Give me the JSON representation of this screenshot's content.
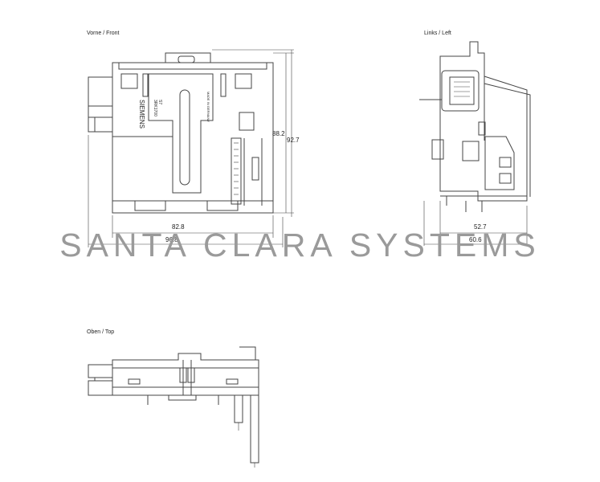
{
  "views": {
    "front_label": "Vorne / Front",
    "left_label": "Links / Left",
    "top_label": "Oben / Top"
  },
  "dimensions": {
    "front_width_inner": "82.8",
    "front_width_outer": "96.8",
    "front_height_inner": "88.2",
    "front_height_outer": "92.7",
    "left_width_inner": "52.7",
    "left_width_outer": "60.6"
  },
  "module_text": {
    "brand": "SIEMENS",
    "product": "S7\n3RK1700",
    "origin": "MADE IN GERMANY"
  },
  "watermark": "SANTA CLARA SYSTEMS"
}
